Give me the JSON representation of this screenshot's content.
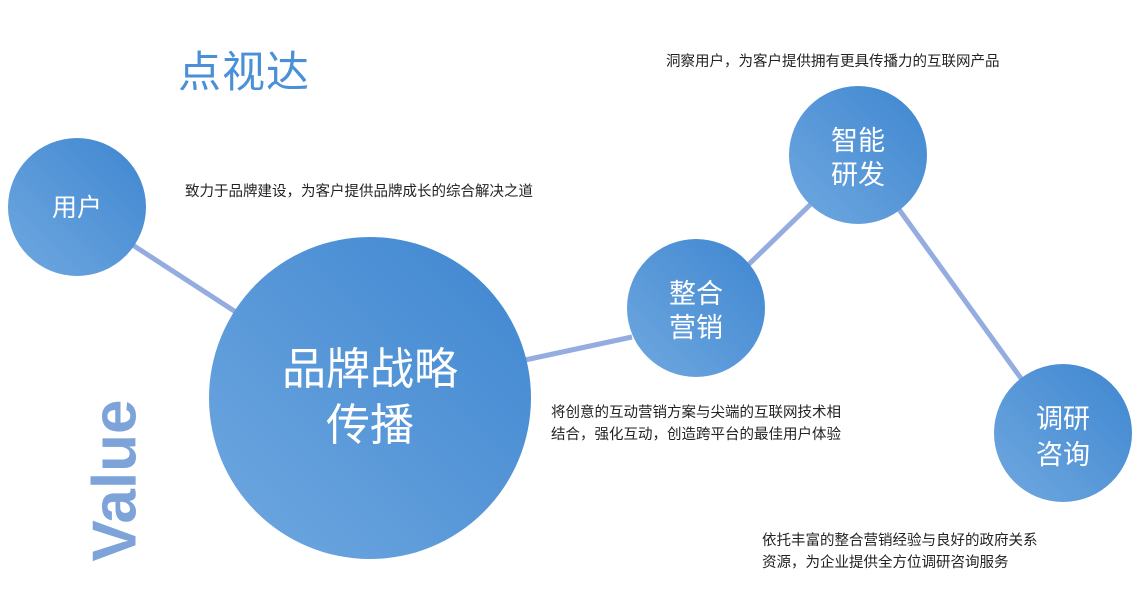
{
  "title": "点视达",
  "value_label": "Value",
  "colors": {
    "circle": "#4a8fd6",
    "circle_light": "#6fa8e0",
    "connector": "#94acdf",
    "title": "#4a90d9"
  },
  "nodes": {
    "user": {
      "line1": "用户"
    },
    "brand": {
      "line1": "品牌战略",
      "line2": "传播"
    },
    "marketing": {
      "line1": "整合",
      "line2": "营销"
    },
    "rnd": {
      "line1": "智能",
      "line2": "研发"
    },
    "consult": {
      "line1": "调研",
      "line2": "咨询"
    }
  },
  "descriptions": {
    "user": "致力于品牌建设，为客户提供品牌成长的综合解决之道",
    "rnd": "洞察用户，为客户提供拥有更具传播力的互联网产品",
    "marketing": [
      "将创意的互动营销方案与尖端的互联网技术相",
      "结合，强化互动，创造跨平台的最佳用户体验"
    ],
    "consult": [
      "依托丰富的整合营销经验与良好的政府关系",
      "资源，为企业提供全方位调研咨询服务"
    ]
  }
}
